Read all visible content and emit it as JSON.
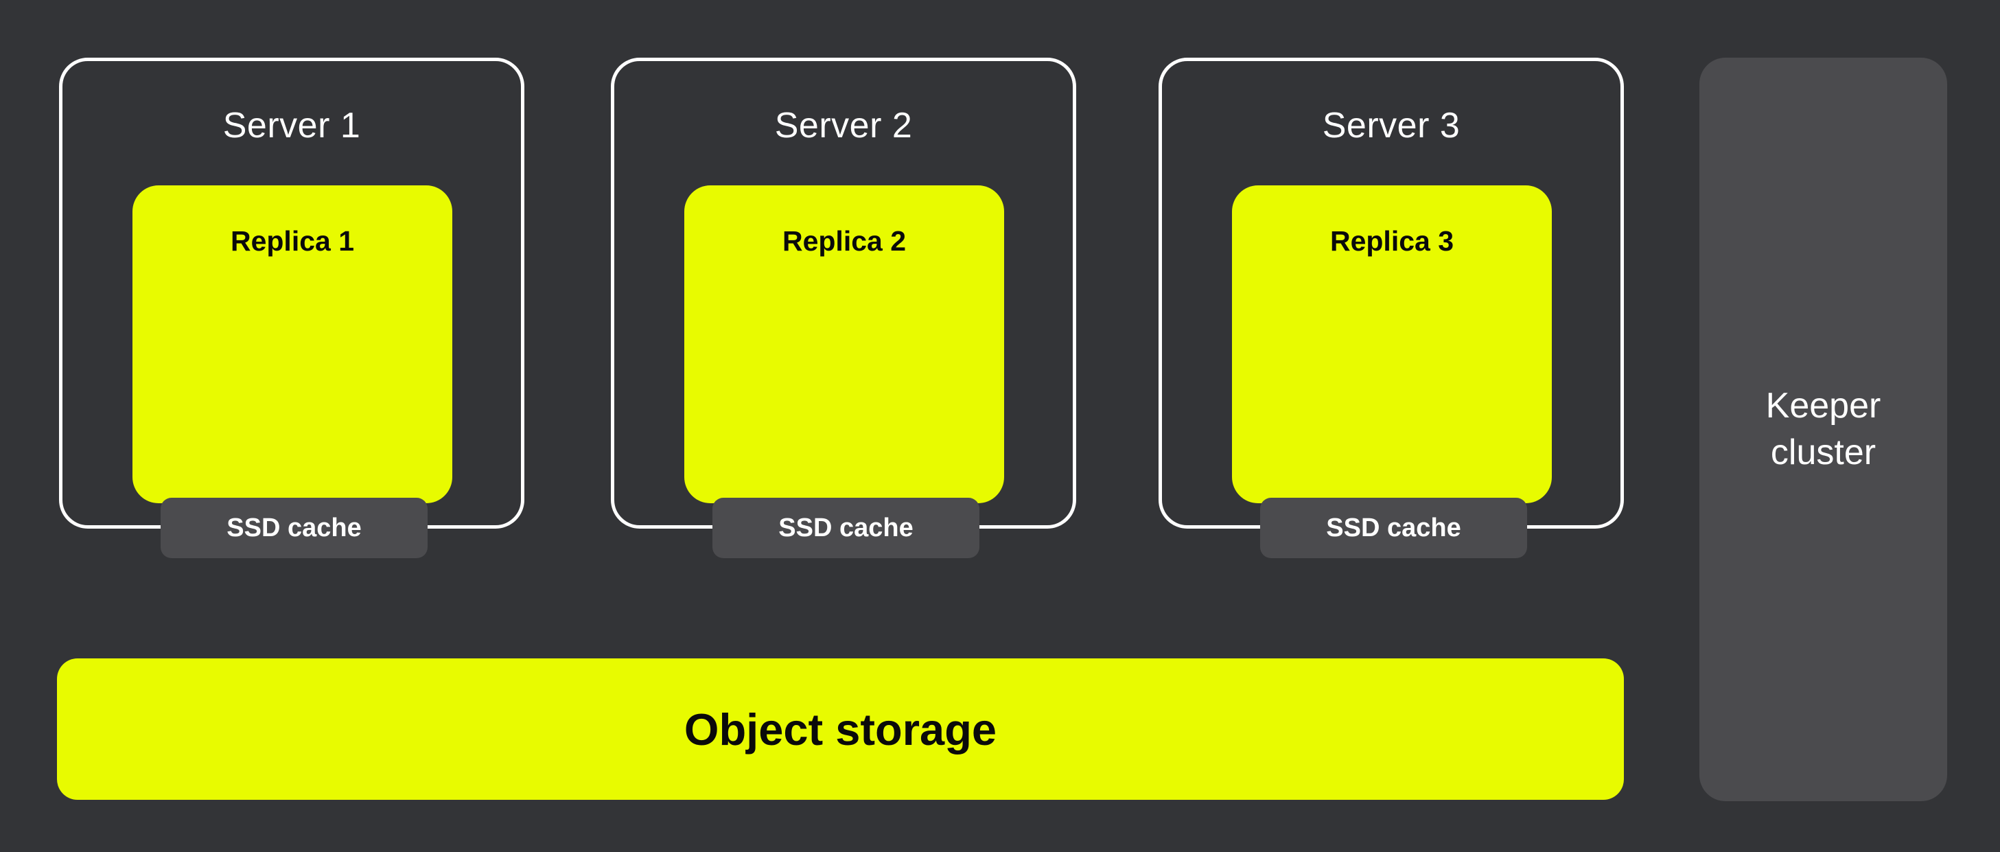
{
  "colors": {
    "background": "#333437",
    "accent_yellow": "#E8FB00",
    "box_gray": "#4B4B4E",
    "border_white": "#FFFFFF",
    "text_white": "#FFFFFF",
    "text_black": "#0A0A0A"
  },
  "servers": [
    {
      "label": "Server 1",
      "replica_label": "Replica 1",
      "cache_label": "SSD cache"
    },
    {
      "label": "Server 2",
      "replica_label": "Replica 2",
      "cache_label": "SSD cache"
    },
    {
      "label": "Server 3",
      "replica_label": "Replica 3",
      "cache_label": "SSD cache"
    }
  ],
  "keeper": {
    "label": "Keeper cluster"
  },
  "storage": {
    "label": "Object storage"
  }
}
